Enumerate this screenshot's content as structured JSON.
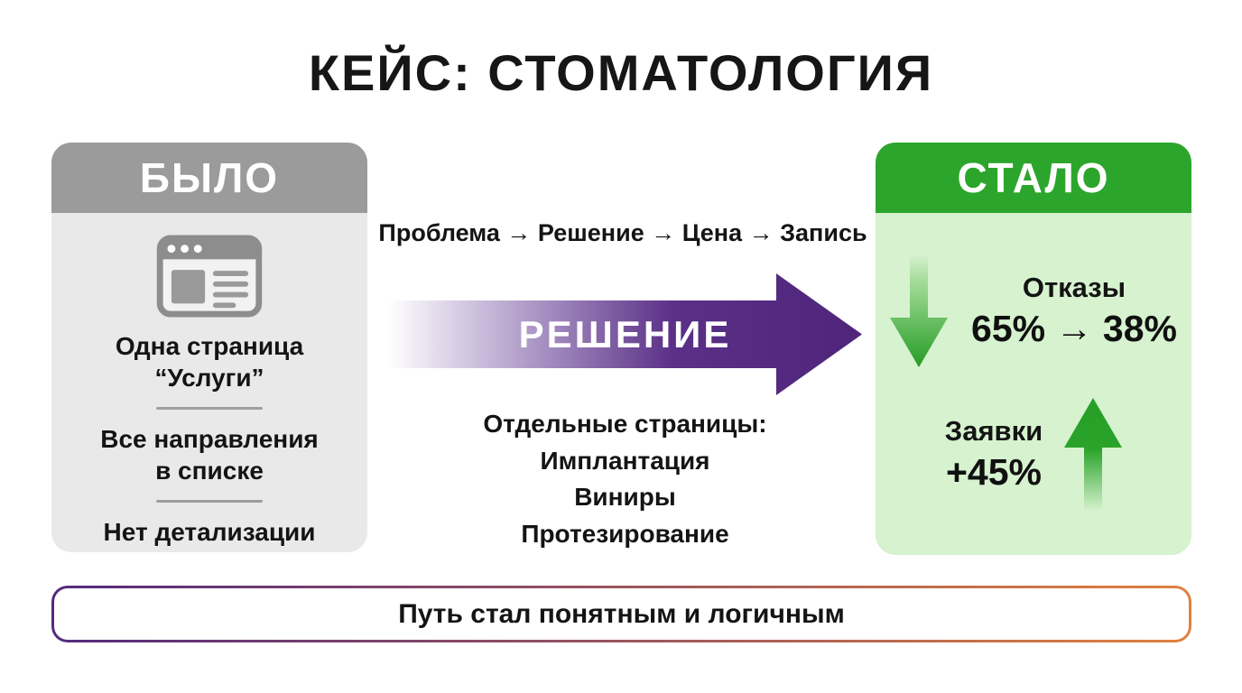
{
  "title": "КЕЙС: СТОМАТОЛОГИЯ",
  "before": {
    "header": "БЫЛО",
    "items": [
      "Одна страница\n“Услуги”",
      "Все направления\nв списке",
      "Нет детализации"
    ]
  },
  "flow": {
    "steps_line": "Проблема → Решение → Цена → Запись",
    "arrow_label": "РЕШЕНИЕ",
    "pages_title": "Отдельные страницы:",
    "pages": [
      "Имплантация",
      "Виниры",
      "Протезирование"
    ]
  },
  "after": {
    "header": "СТАЛО",
    "bounces_label": "Отказы",
    "bounces_value": "65% → 38%",
    "leads_label": "Заявки",
    "leads_value": "+45%"
  },
  "footer": {
    "text": "Путь стал понятным и логичным"
  },
  "icons": {
    "before_card": "browser-window-icon",
    "solution": "arrow-right-icon",
    "bounces": "arrow-down-icon",
    "leads": "arrow-up-icon"
  },
  "colors": {
    "purple": "#542a7d",
    "orange": "#e0813f",
    "green": "#2ca52c",
    "green_light": "#d6f2cf",
    "gray": "#9b9b9b",
    "gray_light": "#e9e9e9"
  }
}
